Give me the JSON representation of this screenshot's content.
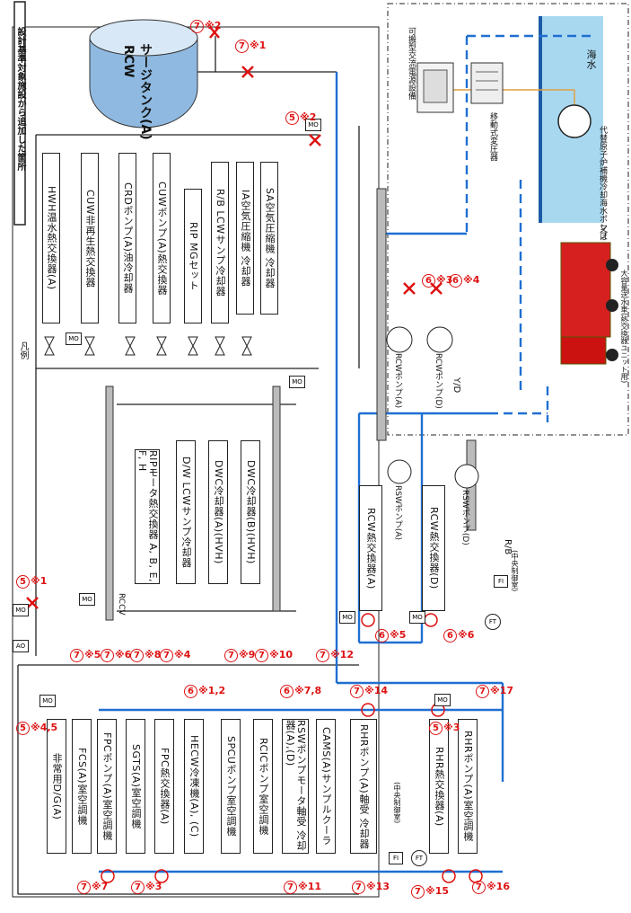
{
  "legend": {
    "title": "凡例",
    "added_note": "設計基準対象施設から追加した箇所"
  },
  "tank": {
    "line1": "RCW",
    "line2": "サージタンク(A)"
  },
  "heat_exchangers_top": [
    "HWH温水熱交換器(A)",
    "CUW非再生熱交換器",
    "CRDポンプ(A)油冷却器",
    "CUWポンプ(A)熱交換器",
    "RIP MGセット",
    "R/B LCWサンプ冷却器",
    "IA空気圧縮機 冷却器",
    "SA空気圧縮機 冷却器"
  ],
  "heat_exchangers_mid": [
    "RIPモータ熱交換器 A, B, E, F, H",
    "D/W LCWサンプ冷却器",
    "DWC冷却器(A)(HVH)",
    "DWC冷却器(B)(HVH)"
  ],
  "rccv": "RCCV",
  "heat_exchangers_bottom": [
    "非常用D/G(A)",
    "FCS(A)室空調機",
    "FPCポンプ(A)室空調機",
    "SGTS(A)室空調機",
    "FPC熱交換器(A)",
    "HECW冷凍機(A), (C)",
    "SPCUポンプ室空調機",
    "RCICポンプ室空調機",
    "RSWポンプモータ軸受 冷却器(A),(D)",
    "CAMS(A)サンプルクーラ",
    "RHRポンプ(A)軸受 冷却器",
    "RHR熱交換器(A)",
    "RHRポンプ(A)室空調機"
  ],
  "rcw_hx": [
    "RCW熱交換器(A)",
    "RCW熱交換器(D)"
  ],
  "pumps": {
    "rcw_a": "RCWポンプ(A)",
    "rcw_d": "RCWポンプ(D)",
    "rsw_a": "RSWポンプ(A)",
    "rsw_d": "RSWポンプ(D)"
  },
  "markers": [
    {
      "num": "7",
      "note": "※2"
    },
    {
      "num": "7",
      "note": "※1"
    },
    {
      "num": "5",
      "note": "※2"
    },
    {
      "num": "5",
      "note": "※1"
    },
    {
      "num": "6",
      "note": "※3"
    },
    {
      "num": "6",
      "note": "※4"
    },
    {
      "num": "6",
      "note": "※5"
    },
    {
      "num": "6",
      "note": "※6"
    },
    {
      "num": "5",
      "note": "※4,5"
    },
    {
      "num": "7",
      "note": "※5"
    },
    {
      "num": "7",
      "note": "※6"
    },
    {
      "num": "7",
      "note": "※8"
    },
    {
      "num": "7",
      "note": "※4"
    },
    {
      "num": "6",
      "note": "※1,2"
    },
    {
      "num": "7",
      "note": "※9"
    },
    {
      "num": "7",
      "note": "※10"
    },
    {
      "num": "6",
      "note": "※7,8"
    },
    {
      "num": "7",
      "note": "※12"
    },
    {
      "num": "7",
      "note": "※14"
    },
    {
      "num": "5",
      "note": "※3"
    },
    {
      "num": "7",
      "note": "※17"
    },
    {
      "num": "7",
      "note": "※7"
    },
    {
      "num": "7",
      "note": "※3"
    },
    {
      "num": "7",
      "note": "※11"
    },
    {
      "num": "7",
      "note": "※13"
    },
    {
      "num": "7",
      "note": "※15"
    },
    {
      "num": "7",
      "note": "※16"
    }
  ],
  "instruments": {
    "mo": "MO",
    "ao": "AO",
    "fi": "FI",
    "ft": "FT",
    "central_control": "(中央制御室)"
  },
  "buildings": {
    "yd": "Y/D",
    "rb": "R/B"
  },
  "external": {
    "sea": "海水",
    "power": "可搬型交流電源設備",
    "transformer": "移動式変圧器",
    "pump": "代替原子炉補機冷却海水ポンプ",
    "or": "又は",
    "truck": "大容量送水車(熱交換器ユニット用)"
  },
  "colors": {
    "flow_line": "#1f6fd1",
    "sea": "#a8d8f0",
    "marker": "#d11111",
    "tank": "#7fb0dc",
    "truck": "#d62020"
  }
}
